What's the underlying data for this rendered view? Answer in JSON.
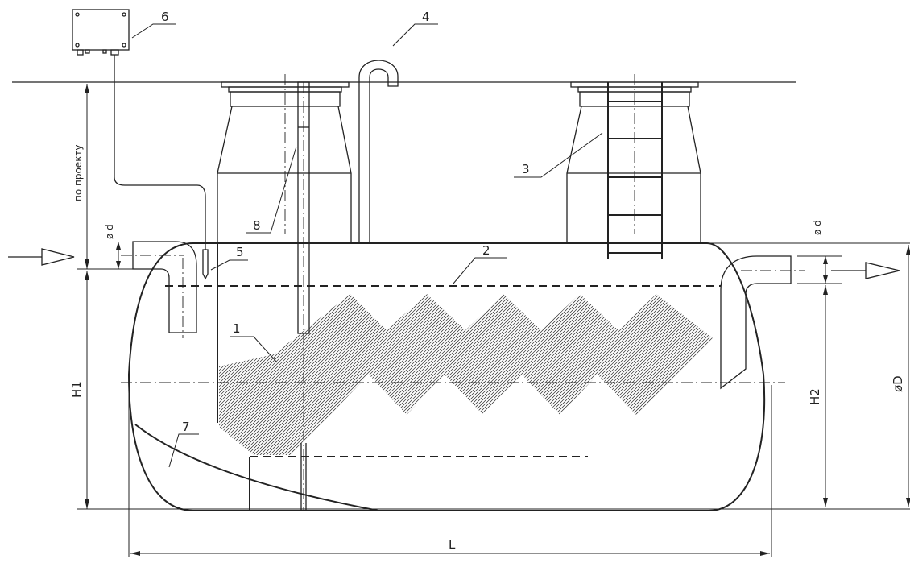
{
  "callouts": [
    {
      "id": "1",
      "label": "1"
    },
    {
      "id": "2",
      "label": "2"
    },
    {
      "id": "3",
      "label": "3"
    },
    {
      "id": "4",
      "label": "4"
    },
    {
      "id": "5",
      "label": "5"
    },
    {
      "id": "6",
      "label": "6"
    },
    {
      "id": "7",
      "label": "7"
    },
    {
      "id": "8",
      "label": "8"
    }
  ],
  "dimensions": {
    "depth": "по проекту",
    "inlet_diameter": "ø d",
    "outlet_diameter": "ø d",
    "h1": "H1",
    "h2": "H2",
    "tank_diameter": "øD",
    "length": "L"
  }
}
